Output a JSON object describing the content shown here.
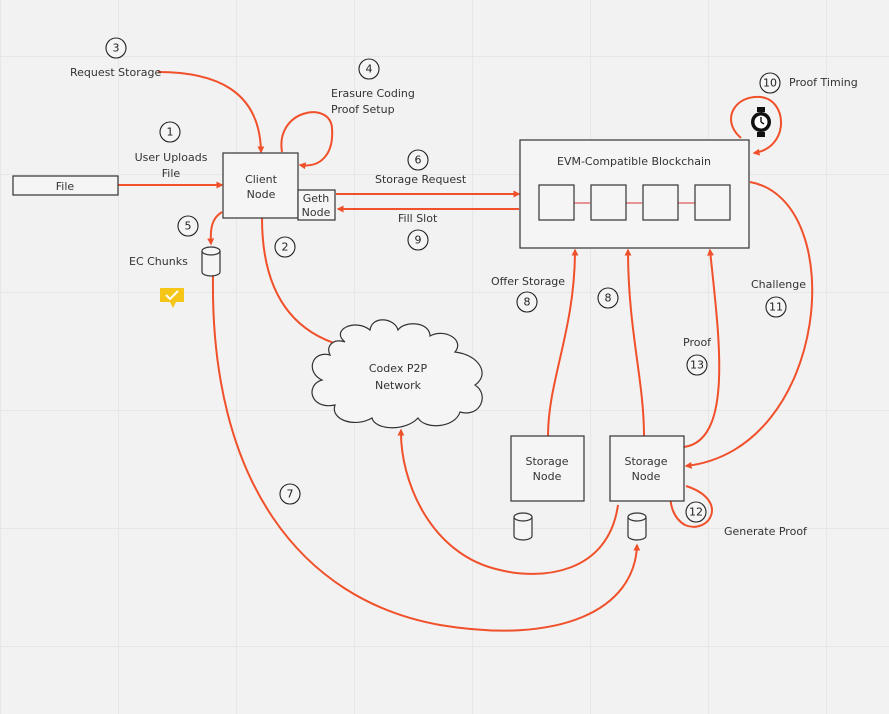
{
  "colors": {
    "arrow": "#f0502a",
    "sticky": "#f5c518",
    "background": "#f2f2f2"
  },
  "nodes": {
    "file": "File",
    "client_node": [
      "Client",
      "Node"
    ],
    "geth_node": [
      "Geth",
      "Node"
    ],
    "blockchain": "EVM-Compatible Blockchain",
    "codex_network": [
      "Codex P2P",
      "Network"
    ],
    "storage_node_a": [
      "Storage",
      "Node"
    ],
    "storage_node_b": [
      "Storage",
      "Node"
    ]
  },
  "labels": {
    "request_storage": "Request Storage",
    "user_uploads": [
      "User Uploads",
      "File"
    ],
    "erasure_coding": [
      "Erasure Coding",
      "Proof Setup"
    ],
    "storage_request": "Storage Request",
    "fill_slot": "Fill Slot",
    "ec_chunks": "EC Chunks",
    "offer_storage": "Offer Storage",
    "challenge": "Challenge",
    "proof": "Proof",
    "proof_timing": "Proof Timing",
    "generate_proof": "Generate Proof"
  },
  "steps": {
    "s1": "1",
    "s2": "2",
    "s3": "3",
    "s4": "4",
    "s5": "5",
    "s6": "6",
    "s7": "7",
    "s8a": "8",
    "s8b": "8",
    "s9": "9",
    "s10": "10",
    "s11": "11",
    "s12": "12",
    "s13": "13"
  },
  "icons": {
    "stopwatch": "stopwatch-icon",
    "sticky": "check-sticky-icon"
  }
}
